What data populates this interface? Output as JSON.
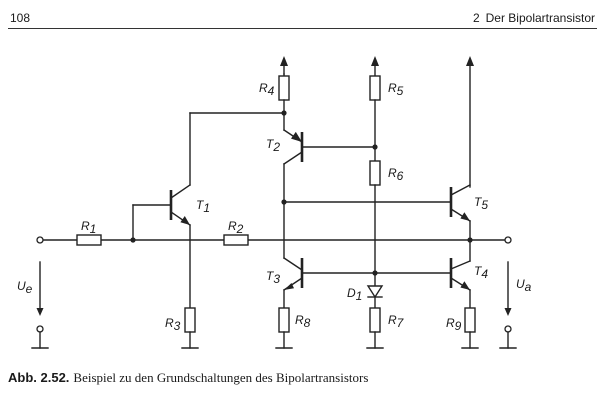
{
  "header": {
    "page_number": "108",
    "chapter_number": "2",
    "chapter_title": "Der Bipolartransistor"
  },
  "figure": {
    "labels": {
      "R1": {
        "main": "R",
        "sub": "1"
      },
      "R2": {
        "main": "R",
        "sub": "2"
      },
      "R3": {
        "main": "R",
        "sub": "3"
      },
      "R4": {
        "main": "R",
        "sub": "4"
      },
      "R5": {
        "main": "R",
        "sub": "5"
      },
      "R6": {
        "main": "R",
        "sub": "6"
      },
      "R7": {
        "main": "R",
        "sub": "7"
      },
      "R8": {
        "main": "R",
        "sub": "8"
      },
      "R9": {
        "main": "R",
        "sub": "9"
      },
      "T1": {
        "main": "T",
        "sub": "1"
      },
      "T2": {
        "main": "T",
        "sub": "2"
      },
      "T3": {
        "main": "T",
        "sub": "3"
      },
      "T4": {
        "main": "T",
        "sub": "4"
      },
      "T5": {
        "main": "T",
        "sub": "5"
      },
      "D1": {
        "main": "D",
        "sub": "1"
      },
      "Ue": {
        "main": "U",
        "sub": "e"
      },
      "Ua": {
        "main": "U",
        "sub": "a"
      }
    }
  },
  "caption": {
    "label": "Abb. 2.52.",
    "text": "Beispiel zu den Grundschaltungen des Bipolartransistors"
  }
}
